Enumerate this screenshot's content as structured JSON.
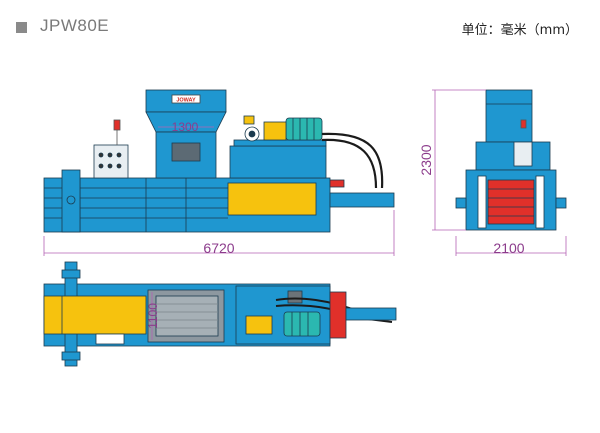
{
  "header": {
    "model": "JPW80E",
    "unit_label": "单位：毫米（mm）"
  },
  "plate_label": "JOWAY",
  "dimensions": {
    "total_length": "6720",
    "hopper_width": "1300",
    "height": "2300",
    "width": "2100",
    "chamber_width": "1100"
  },
  "colors": {
    "machine_blue": "#1f97d0",
    "outline": "#1b3b4f",
    "press_yellow": "#f6c20e",
    "motor_teal": "#2bb8b0",
    "cylinder_red": "#e0302a",
    "dimension_line": "#b463b4"
  },
  "views": [
    "front-elevation",
    "side-elevation",
    "top-plan"
  ]
}
